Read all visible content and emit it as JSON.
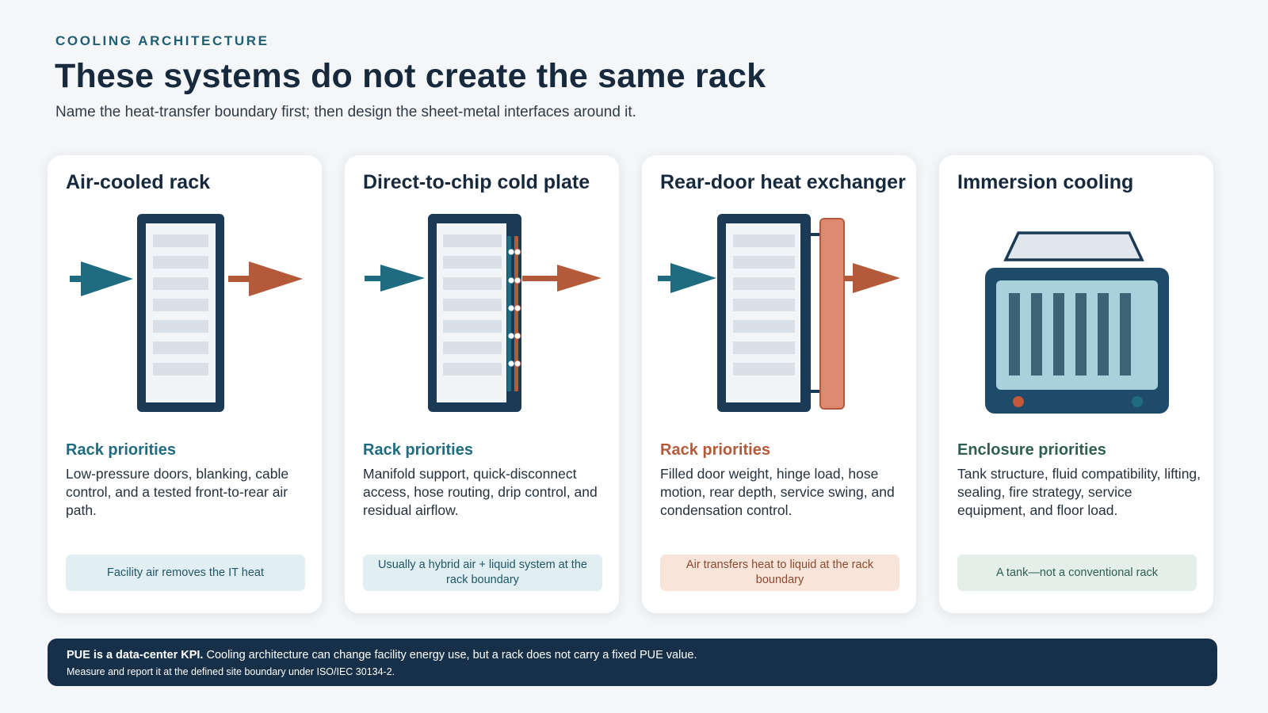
{
  "header": {
    "eyebrow": "COOLING ARCHITECTURE",
    "title": "These systems do not create the same rack",
    "subtitle": "Name the heat-transfer boundary first; then design the sheet-metal interfaces around it."
  },
  "cards": [
    {
      "title": "Air-cooled rack",
      "priorities_heading": "Rack priorities",
      "priorities_text": "Low-pressure doors, blanking, cable control, and a tested front-to-rear air path.",
      "pill": "Facility air removes the IT heat",
      "illustration": "air-cooled-rack-icon"
    },
    {
      "title": "Direct-to-chip cold plate",
      "priorities_heading": "Rack priorities",
      "priorities_text": "Manifold support, quick-disconnect access, hose routing, drip control, and residual airflow.",
      "pill": "Usually a hybrid air + liquid system at the rack boundary",
      "illustration": "cold-plate-rack-icon"
    },
    {
      "title": "Rear-door heat exchanger",
      "priorities_heading": "Rack priorities",
      "priorities_text": "Filled door weight, hinge load, hose motion, rear depth, service swing, and condensation control.",
      "pill": "Air transfers heat to liquid at the rack boundary",
      "illustration": "rear-door-rack-icon"
    },
    {
      "title": "Immersion cooling",
      "priorities_heading": "Enclosure priorities",
      "priorities_text": "Tank structure, fluid compatibility, lifting, sealing, fire strategy, service equipment, and floor load.",
      "pill": "A tank—not a conventional rack",
      "illustration": "immersion-tank-icon"
    }
  ],
  "footer": {
    "bold": "PUE is a data-center KPI.",
    "line1": " Cooling architecture can change facility energy use, but a rack does not carry a fixed PUE value.",
    "line2": "Measure and report it at the defined site boundary under ISO/IEC 30134-2."
  },
  "colors": {
    "navy": "#17304a",
    "teal": "#1f6b80",
    "rust": "#b45a3a",
    "green": "#2e5f52",
    "pill_blue": "#e2eff2",
    "pill_peach": "#f9e4da",
    "pill_green": "#e4efe9"
  }
}
